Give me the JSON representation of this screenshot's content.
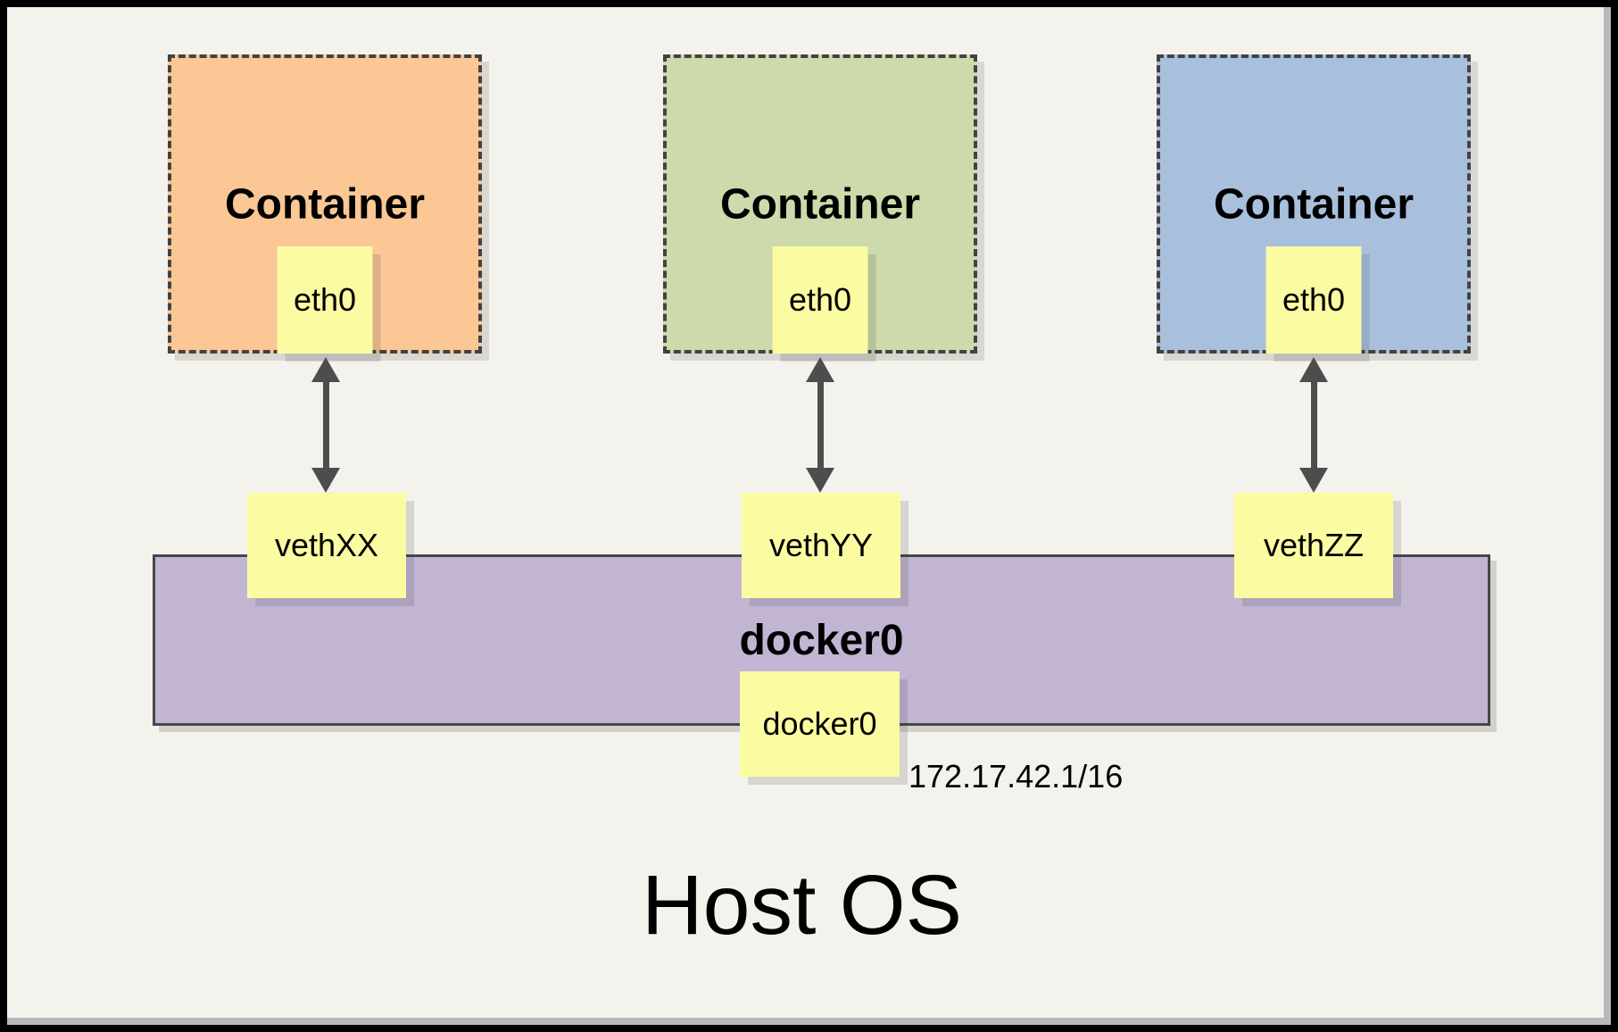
{
  "colors": {
    "background": "#F4F2EC",
    "frame": "#000000",
    "inner_edge_gray": "#B9B9B9",
    "note_yellow": "#FBFBA2",
    "dashed_border": "#424242",
    "arrow": "#4D4D4D",
    "container_orange": "#FAC795",
    "container_green": "#CDDAAB",
    "container_blue": "#A8C0DC",
    "bridge_purple": "#C1B5D3"
  },
  "containers": [
    {
      "title": "Container",
      "interface_label": "eth0",
      "veth_label": "vethXX",
      "color": "#FAC795"
    },
    {
      "title": "Container",
      "interface_label": "eth0",
      "veth_label": "vethYY",
      "color": "#CDDAAB"
    },
    {
      "title": "Container",
      "interface_label": "eth0",
      "veth_label": "vethZZ",
      "color": "#A8C0DC"
    }
  ],
  "bridge": {
    "name": "docker0",
    "interface_label": "docker0",
    "ip_cidr": "172.17.42.1/16",
    "color": "#C1B5D3"
  },
  "host": {
    "label": "Host OS"
  }
}
